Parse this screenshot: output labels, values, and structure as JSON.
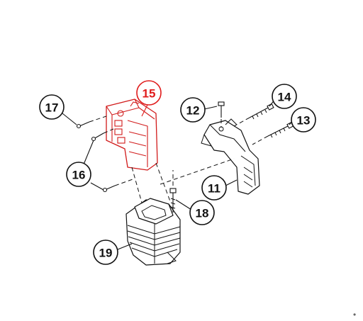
{
  "diagram": {
    "callouts": [
      {
        "id": "11",
        "label": "11"
      },
      {
        "id": "12",
        "label": "12"
      },
      {
        "id": "13",
        "label": "13"
      },
      {
        "id": "14",
        "label": "14"
      },
      {
        "id": "15",
        "label": "15",
        "highlighted": true
      },
      {
        "id": "16",
        "label": "16"
      },
      {
        "id": "17",
        "label": "17"
      },
      {
        "id": "18",
        "label": "18"
      },
      {
        "id": "19",
        "label": "19"
      }
    ],
    "colors": {
      "highlight": "#e01b1b",
      "line": "#111111",
      "background": "#ffffff"
    },
    "corner_mark": "•"
  }
}
